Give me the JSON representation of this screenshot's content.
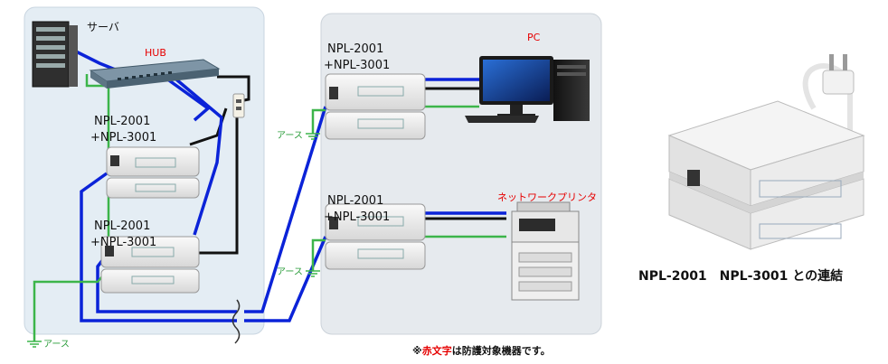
{
  "labels": {
    "server": "サーバ",
    "hub": "HUB",
    "pc": "PC",
    "printer": "ネットワークプリンタ",
    "device_line1": "NPL-2001",
    "device_line2": "+NPL-3001",
    "earth": "アース"
  },
  "caption": "NPL-2001　NPL-3001 との連結",
  "note": {
    "prefix": "※",
    "red": "赤文字",
    "suffix": "は防護対象機器です。"
  },
  "colors": {
    "panel_fill": "#e6edf3",
    "panel_stroke": "#c9d5e0",
    "blue_cable": "#0b23d8",
    "black_cable": "#111111",
    "green_cable": "#3cb54a",
    "red_text": "#e60000"
  }
}
